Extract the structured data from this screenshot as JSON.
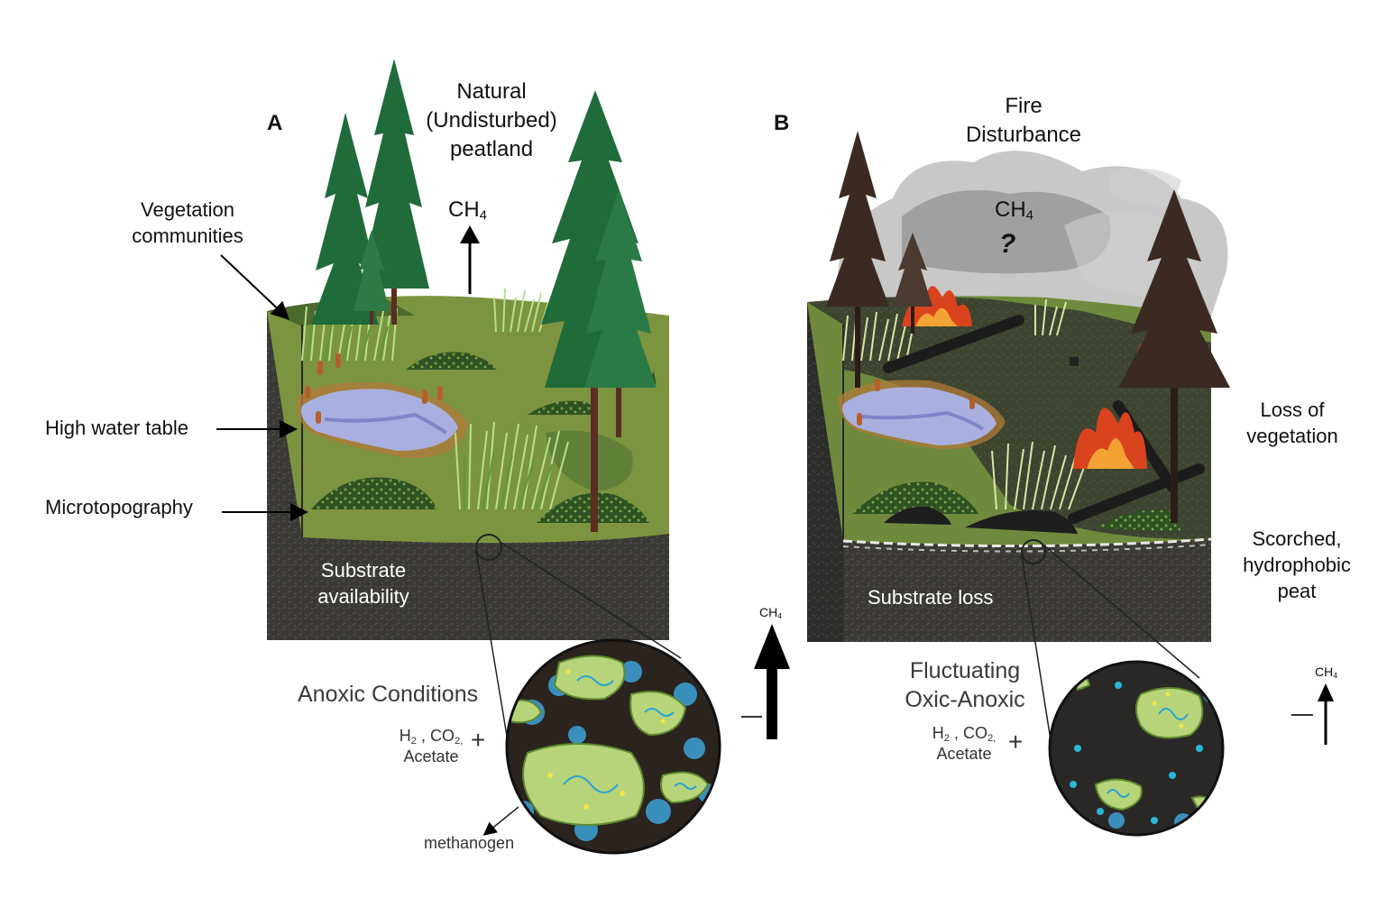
{
  "panels": {
    "a": {
      "letter": "A",
      "title": [
        "Natural",
        "(Undisturbed)",
        "peatland"
      ],
      "ch4": "CH",
      "ch4_sub": "4",
      "labels": {
        "vegetation": [
          "Vegetation",
          "communities"
        ],
        "water": "High water table",
        "micro": "Microtopography",
        "substrate": [
          "Substrate",
          "availability"
        ]
      },
      "zoom": {
        "condition": "Anoxic Conditions",
        "substrates_h2": "H",
        "substrates_h2_sub": "2",
        "substrates_co2": " , CO",
        "substrates_co2_sub": "2,",
        "substrates_acetate": "Acetate",
        "plus": "+",
        "methanogen": "methanogen",
        "ch4": "CH",
        "ch4_sub": "4"
      }
    },
    "b": {
      "letter": "B",
      "title": [
        "Fire",
        "Disturbance"
      ],
      "ch4": "CH",
      "ch4_sub": "4",
      "question": "?",
      "labels": {
        "veg_loss": [
          "Loss of",
          "vegetation"
        ],
        "peat": [
          "Scorched,",
          "hydrophobic",
          "peat"
        ],
        "substrate": "Substrate loss"
      },
      "zoom": {
        "condition": [
          "Fluctuating",
          "Oxic-Anoxic"
        ],
        "substrates_h2": "H",
        "substrates_h2_sub": "2",
        "substrates_co2": " , CO",
        "substrates_co2_sub": "2,",
        "substrates_acetate": "Acetate",
        "plus": "+",
        "ch4": "CH",
        "ch4_sub": "4"
      }
    }
  },
  "colors": {
    "ground": "#7c9440",
    "ground_dark": "#4b6a2c",
    "soil": "#3a3834",
    "water": "#a9b0df",
    "conifer": "#1f6b3a",
    "burnt_tree": "#3a2a22",
    "fire": "#d9431e",
    "smoke": "#9a9a9a",
    "cell": "#b8d47a",
    "cell_nucleus": "#2aa4d6",
    "spot": "#2aa4d6"
  }
}
